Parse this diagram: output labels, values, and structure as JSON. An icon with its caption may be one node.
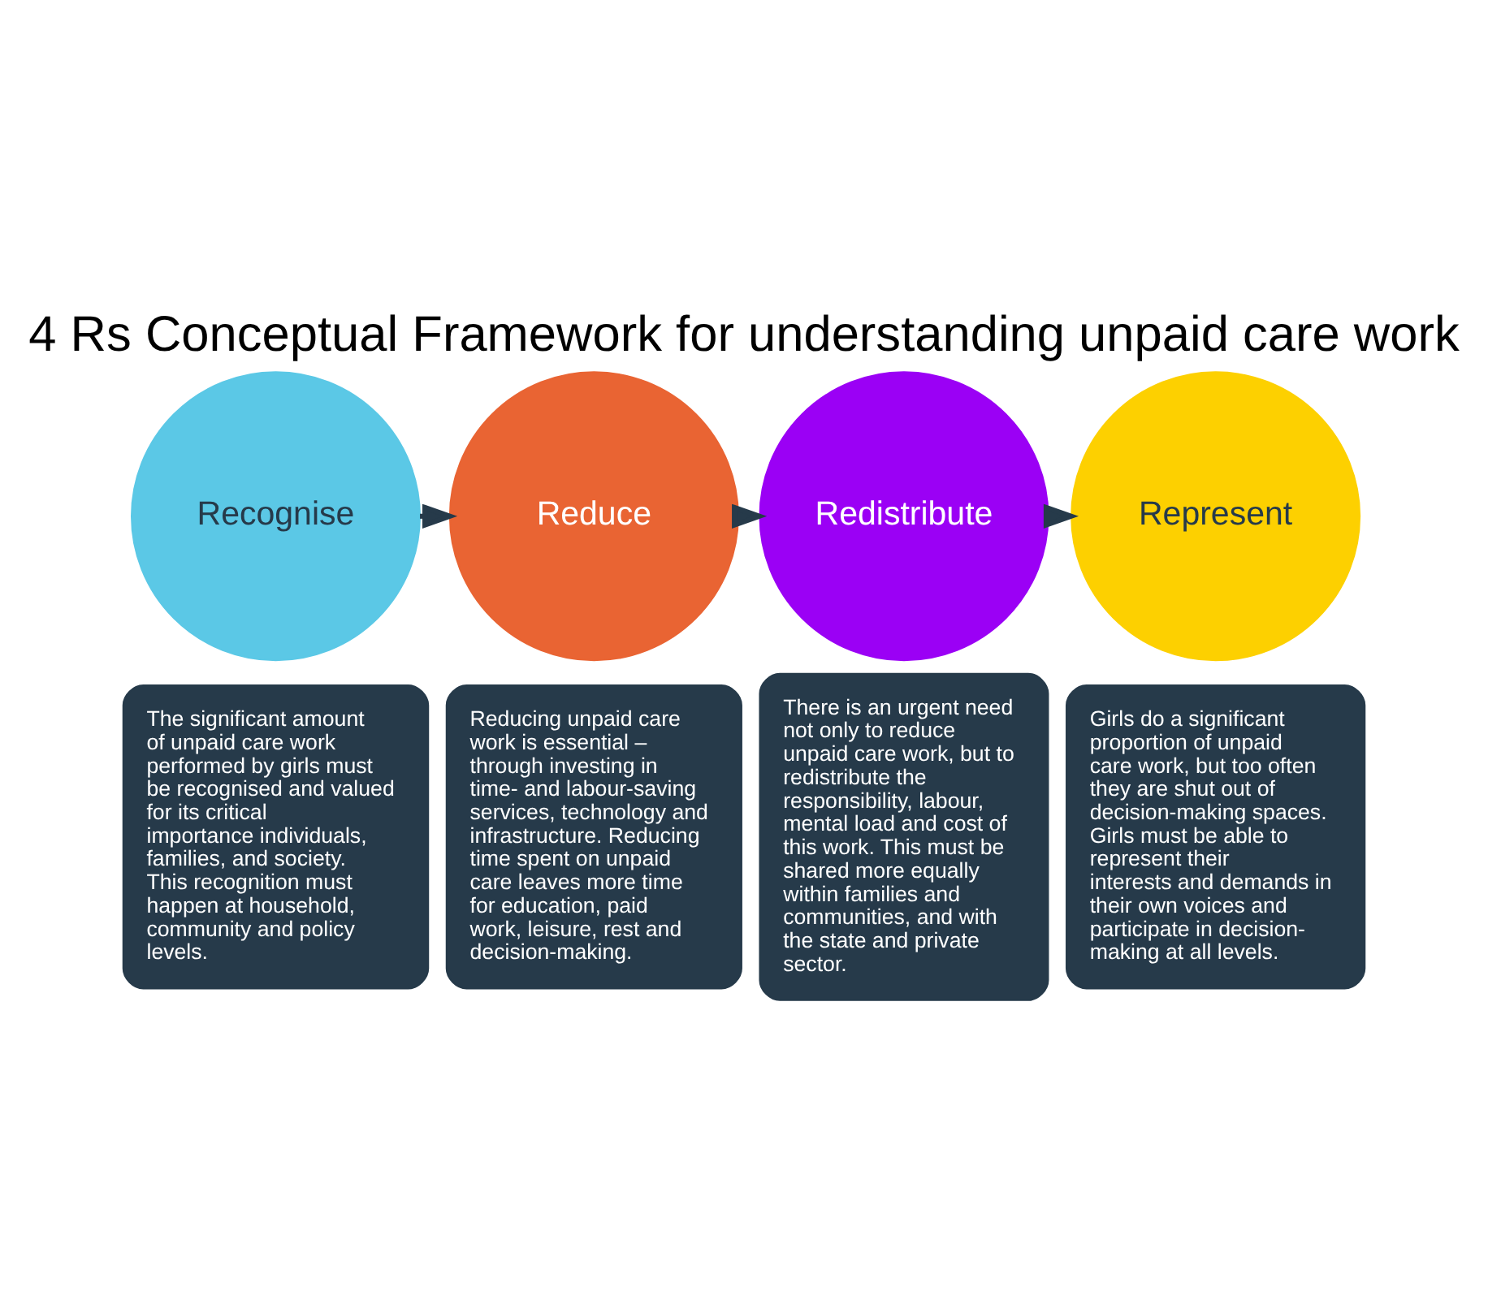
{
  "diagram": {
    "title": "4 Rs Conceptual Framework for understanding unpaid care work",
    "nodes": [
      {
        "text": [
          "Recognise"
        ]
      },
      {
        "text": [
          "The significant amount of unpaid care work performed by girls must be recognised and valued for its critical importance individuals, families, and society. This recognition must happen at household, community and policy levels."
        ]
      },
      {
        "text": [
          "Reduce"
        ]
      },
      {
        "text": [
          "Reducing unpaid care work is essential – through investing in time- and labour-saving services, technology and infrastructure. Reducing time spent on unpaid care leaves more time for education, paid work, leisure, rest and decision-making."
        ]
      },
      {
        "text": [
          "Redistribute"
        ]
      },
      {
        "text": [
          "There is an urgent need not only to reduce unpaid care work, but to redistribute the responsibility, labour, mental load and cost of this work. This must be shared more equally within families and communities, and with the state and private sector."
        ]
      },
      {
        "text": [
          "Represent"
        ]
      },
      {
        "text": [
          "Girls do a significant proportion of unpaid care work, but too often they are shut out of decision-making spaces. Girls must be able to represent their interests and demands in their own voices and participate in decision-making at all levels."
        ]
      }
    ],
    "edges": [
      {
        "from": 0,
        "to": 2,
        "arrow": "to"
      },
      {
        "from": 2,
        "to": 4,
        "arrow": "to"
      },
      {
        "from": 4,
        "to": 6,
        "arrow": "to"
      }
    ]
  }
}
